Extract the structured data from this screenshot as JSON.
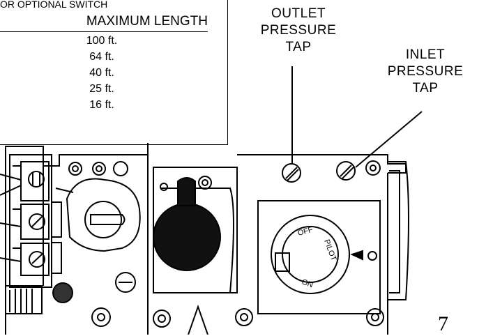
{
  "wire_table": {
    "title": "OR OPTIONAL SWITCH",
    "header": "MAXIMUM LENGTH",
    "rows": [
      "100 ft.",
      "64 ft.",
      "40 ft.",
      "25 ft.",
      "16 ft."
    ]
  },
  "callouts": {
    "outlet": [
      "OUTLET",
      "PRESSURE",
      "TAP"
    ],
    "inlet": [
      "INLET",
      "PRESSURE",
      "TAP"
    ]
  },
  "knob": {
    "off": "OFF",
    "pilot": "PILOT",
    "on": "ON"
  },
  "page_number": "7"
}
